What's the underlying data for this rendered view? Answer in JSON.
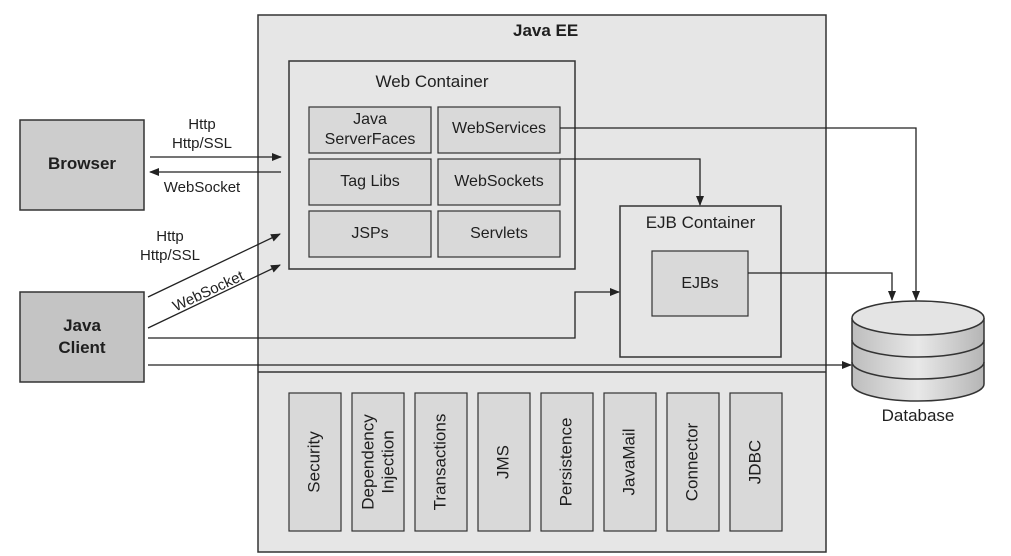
{
  "javaee": {
    "title": "Java EE"
  },
  "web_container": {
    "title": "Web Container",
    "components": [
      "Java ServerFaces",
      "WebServices",
      "Tag Libs",
      "WebSockets",
      "JSPs",
      "Servlets"
    ]
  },
  "ejb_container": {
    "title": "EJB Container",
    "component": "EJBs"
  },
  "clients": {
    "browser": "Browser",
    "java_client": "Java Client"
  },
  "protocols": {
    "browser_http": "Http",
    "browser_https": "Http/SSL",
    "browser_ws": "WebSocket",
    "client_http": "Http",
    "client_https": "Http/SSL",
    "client_ws": "WebSocket"
  },
  "services": [
    "Security",
    "Dependency Injection",
    "Transactions",
    "JMS",
    "Persistence",
    "JavaMail",
    "Connector",
    "JDBC"
  ],
  "database": {
    "label": "Database"
  },
  "colors": {
    "panel": "#e6e6e6",
    "inner_box": "#d9d9d9",
    "client_box": "#cdcdcd",
    "java_client_box": "#c4c4c4",
    "stroke": "#333333"
  }
}
